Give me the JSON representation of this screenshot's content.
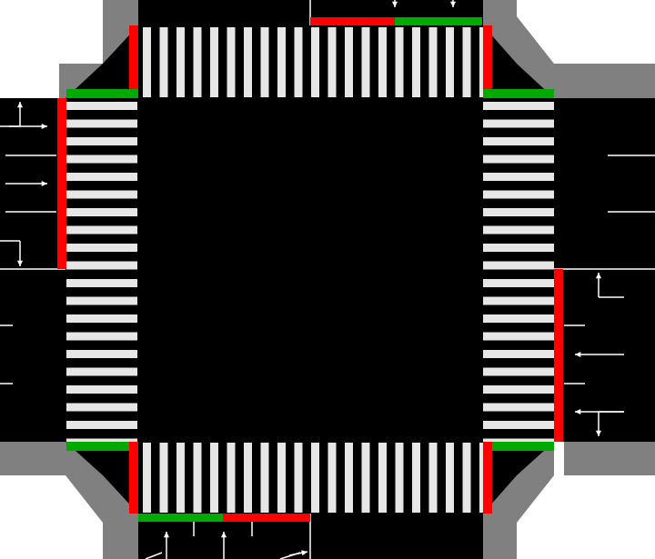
{
  "scene": {
    "type": "traffic-intersection",
    "colors": {
      "background": "#ffffff",
      "road": "#000000",
      "sidewalk": "#808080",
      "crosswalk_stripe": "#e6e6e6",
      "lane_marking": "#ffffff",
      "signal_red": "#ff0000",
      "signal_green": "#00aa00",
      "arrow": "#ffffff"
    },
    "approaches": [
      {
        "side": "north",
        "lanes": [
          "through",
          "through"
        ]
      },
      {
        "side": "west",
        "lanes": [
          "left-turn",
          "through",
          "through",
          "right-turn"
        ]
      },
      {
        "side": "east",
        "lanes": [
          "left-turn",
          "through",
          "through",
          "right-turn"
        ]
      },
      {
        "side": "south",
        "lanes": [
          "through",
          "through",
          "right-turn"
        ]
      }
    ],
    "signals": [
      {
        "id": "north-crosswalk-left-post",
        "state": "red"
      },
      {
        "id": "north-crosswalk-right-post",
        "state": "red"
      },
      {
        "id": "south-crosswalk-left-post",
        "state": "red"
      },
      {
        "id": "south-crosswalk-right-post",
        "state": "red"
      },
      {
        "id": "west-crosswalk-post",
        "state": "red"
      },
      {
        "id": "east-crosswalk-post",
        "state": "red"
      },
      {
        "id": "north-stopline-left",
        "state": "red"
      },
      {
        "id": "north-stopline-right",
        "state": "green"
      },
      {
        "id": "south-stopline-left",
        "state": "green"
      },
      {
        "id": "south-stopline-right",
        "state": "red"
      },
      {
        "id": "nw-corner-bar",
        "state": "green"
      },
      {
        "id": "ne-corner-bar",
        "state": "green"
      },
      {
        "id": "sw-corner-bar",
        "state": "green"
      },
      {
        "id": "se-corner-bar",
        "state": "green"
      }
    ]
  }
}
